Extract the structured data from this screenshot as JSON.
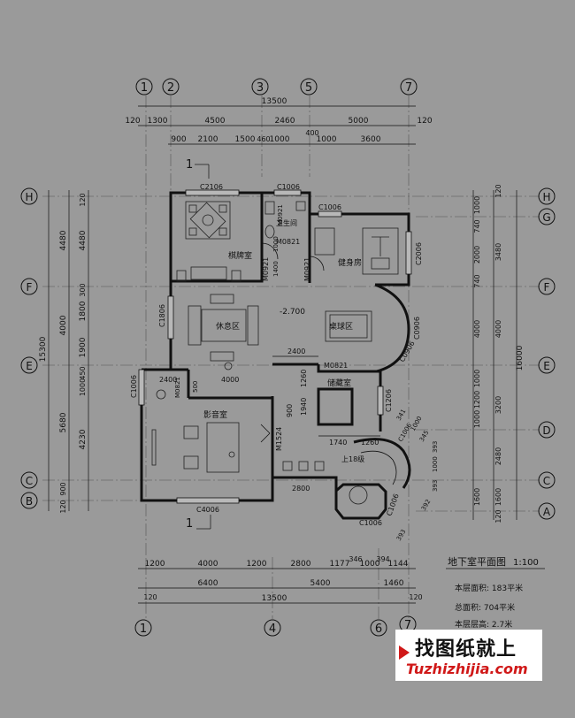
{
  "axes_top": [
    "1",
    "2",
    "3",
    "5",
    "7"
  ],
  "axes_bottom": [
    "1",
    "4",
    "6",
    "7"
  ],
  "axes_left": [
    "H",
    "F",
    "E",
    "C",
    "B"
  ],
  "axes_right": [
    "H",
    "G",
    "F",
    "E",
    "D",
    "C",
    "A"
  ],
  "top_dims": {
    "total": "13500",
    "row2": [
      "120",
      "1300",
      "4500",
      "2460",
      "5000",
      "120"
    ],
    "row3": [
      "900",
      "2100",
      "1500",
      "460",
      "1000",
      "1000",
      "3600"
    ],
    "extra": "400"
  },
  "bottom_dims": {
    "row1": [
      "1200",
      "4000",
      "1200",
      "2800",
      "1177",
      "346",
      "1000",
      "394",
      "1144"
    ],
    "row2": [
      "6400",
      "5400",
      "1460"
    ],
    "edge": [
      "120",
      "120"
    ],
    "total": "13500"
  },
  "left_dims": {
    "total": "15300",
    "outer": [
      "4480",
      "4000",
      "5680",
      "120",
      "900"
    ],
    "inner": [
      "120",
      "4480",
      "300",
      "1800",
      "1900",
      "450",
      "1000",
      "4230"
    ]
  },
  "right_dims": {
    "outer": [
      "120",
      "3480",
      "4000",
      "3200",
      "2480",
      "1600",
      "120"
    ],
    "inner": [
      "1000",
      "740",
      "2000",
      "740",
      "4000",
      "1000",
      "1200",
      "1000",
      "1600"
    ],
    "total": "16000"
  },
  "rooms": {
    "chess": "棋牌室",
    "fitness": "健身房",
    "lounge": "休息区",
    "billiard": "桌球区",
    "audio": "影音室",
    "storage": "储藏室",
    "toilet": "卫生间",
    "stair": "上18级"
  },
  "labels": {
    "elev": "-2.700",
    "section1": "1",
    "section2": "1",
    "w_c2106": "C2106",
    "w_c1006a": "C1006",
    "w_c1006b": "C1006",
    "w_c2006": "C2006",
    "w_c1806": "C1806",
    "w_c0906a": "C0906",
    "w_c0906b": "C0906",
    "w_c1006c": "C1006",
    "w_c1206": "C1206",
    "w_c4006": "C4006",
    "w_c1006d": "C1006",
    "w_c1006e": "C1006",
    "w_c1006f": "C1006",
    "d_m0821a": "M0821",
    "d_m0821b": "M0821",
    "d_m0921a": "M0921",
    "d_m0921b": "M0921",
    "d_m1524": "M1524",
    "d_m0921c": "M0921",
    "d_m0821c": "M0821",
    "i2400a": "2400",
    "i2400b": "2400",
    "i4000": "4000",
    "i1260": "1260",
    "i900": "900",
    "i1940": "1940",
    "i1740": "1740",
    "i1260b": "1260",
    "i2800": "2800",
    "i1400": "1400",
    "i1000a": "1000",
    "i500": "500",
    "i341": "341",
    "i1000b": "1000",
    "i345": "345",
    "i393a": "393",
    "i393b": "393",
    "i1000c": "1000",
    "i392": "392",
    "i393c": "393"
  },
  "title": {
    "name": "地下室平面图",
    "scale": "1:100",
    "area_floor": "本层面积: 183平米",
    "area_total": "总面积: 704平米",
    "floor_height": "本层层高: 2.7米"
  },
  "watermark": {
    "main": "找图纸就上",
    "url": "Tuzhizhijia.com",
    "accent": "#d01818"
  },
  "colors": {
    "background": "#9a9a9a",
    "ink": "#111111"
  }
}
